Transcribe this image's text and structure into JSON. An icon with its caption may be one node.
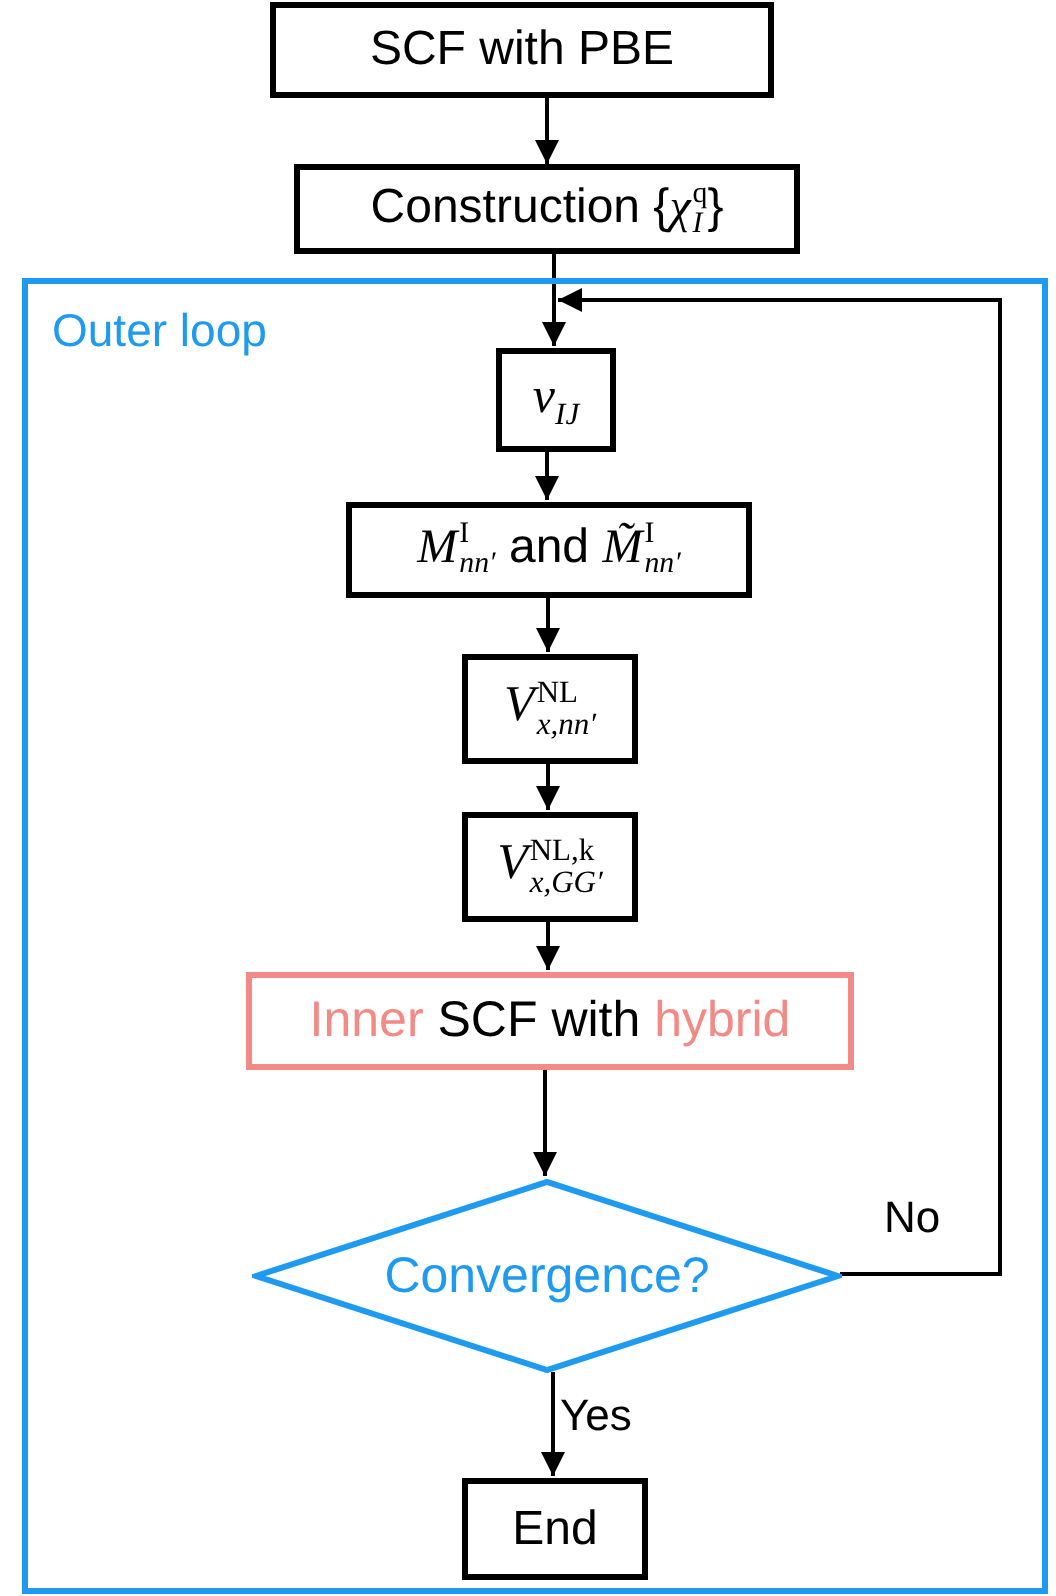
{
  "diagram": {
    "nodes": [
      {
        "text": [
          "SCF with PBE"
        ]
      },
      {
        "text": [
          "Construction {*χ*$^{q}$$_{I}$}"
        ]
      },
      {
        "text": [
          "Outer loop"
        ]
      },
      {
        "text": [
          "*v*$_{IJ}$"
        ],
        "in": 2
      },
      {
        "text": [
          "*M*$^{I}$$_{nn′}$ and *M̃*$^{I}$$_{nn′}$"
        ],
        "in": 2
      },
      {
        "text": [
          "*V*$^{NL}$$_{x,nn′}$"
        ],
        "in": 2
      },
      {
        "text": [
          "*V*$^{NL,k}$$_{x,GG′}$"
        ],
        "in": 2
      },
      {
        "text": [
          "Inner SCF with hybrid"
        ],
        "in": 2
      },
      {
        "text": [
          "Convergence?"
        ],
        "in": 2
      },
      {
        "text": [
          "End"
        ],
        "in": 2
      }
    ],
    "edges": [
      {
        "from": 0,
        "to": 1,
        "arrow": "to"
      },
      {
        "from": 1,
        "to": 3,
        "arrow": "to"
      },
      {
        "from": 3,
        "to": 4,
        "arrow": "to"
      },
      {
        "from": 4,
        "to": 5,
        "arrow": "to"
      },
      {
        "from": 5,
        "to": 6,
        "arrow": "to"
      },
      {
        "from": 6,
        "to": 7,
        "arrow": "to"
      },
      {
        "from": 7,
        "to": 8,
        "arrow": "to"
      },
      {
        "from": 8,
        "to": 9,
        "arrow": "to",
        "label": "Yes"
      },
      {
        "from": 8,
        "to": 3,
        "arrow": "to",
        "label": "No"
      }
    ]
  }
}
